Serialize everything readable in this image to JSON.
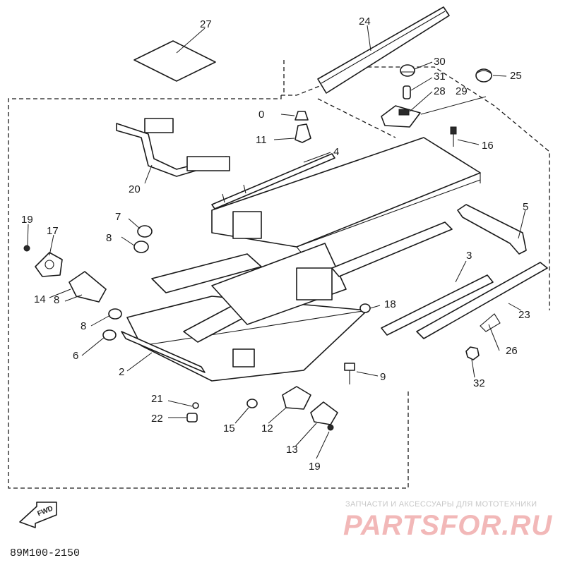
{
  "diagram": {
    "callouts": {
      "n27": "27",
      "n24": "24",
      "n30": "30",
      "n31": "31",
      "n28": "28",
      "n29": "29",
      "n25": "25",
      "n10": "0",
      "n11": "11",
      "n4": "4",
      "n16": "16",
      "n20": "20",
      "n5": "5",
      "n19a": "19",
      "n17": "17",
      "n7": "7",
      "n8a": "8",
      "n14": "14",
      "n8b": "8",
      "n8c": "8",
      "n6": "6",
      "n2": "2",
      "n3": "3",
      "n18": "18",
      "n23": "23",
      "n26": "26",
      "n9": "9",
      "n32": "32",
      "n21": "21",
      "n22": "22",
      "n15": "15",
      "n12": "12",
      "n13": "13",
      "n19b": "19"
    },
    "fwd_label": "FWD",
    "part_code": "89M100-2150"
  },
  "watermark": {
    "tagline": "ЗАПЧАСТИ И АКСЕССУАРЫ ДЛЯ МОТОТЕХНИКИ",
    "brand": "PARTSFOR.RU"
  }
}
